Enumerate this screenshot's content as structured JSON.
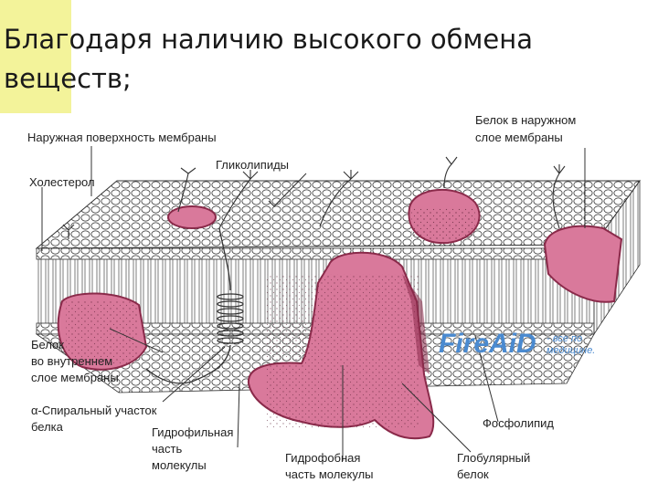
{
  "title": {
    "line1": "Благодаря наличию высокого обмена",
    "line2": "веществ;"
  },
  "labels": {
    "outer_surface": "Наружная поверхность мембраны",
    "protein_outer_1": "Белок в наружном",
    "protein_outer_2": "слое мембраны",
    "glycolipids": "Гликолипиды",
    "cholesterol": "Холестерол",
    "protein_inner_1": "Белок",
    "protein_inner_2": "во внутреннем",
    "protein_inner_3": "слое мембраны",
    "alpha_helix_1": "α-Спиральный участок",
    "alpha_helix_2": "белка",
    "hydrophilic_1": "Гидрофильная",
    "hydrophilic_2": "часть",
    "hydrophilic_3": "молекулы",
    "hydrophobic_1": "Гидрофобная",
    "hydrophobic_2": "часть молекулы",
    "globular_1": "Глобулярный",
    "globular_2": "белок",
    "phospholipid": "Фосфолипид"
  },
  "watermark": {
    "brand": "FireAiD",
    "tagline_1": "- все по",
    "tagline_2": "медицине."
  },
  "colors": {
    "accent": "#f3f39a",
    "protein": "#d9799b",
    "protein_dark": "#8a2a4a",
    "watermark": "#4a8ad0"
  }
}
